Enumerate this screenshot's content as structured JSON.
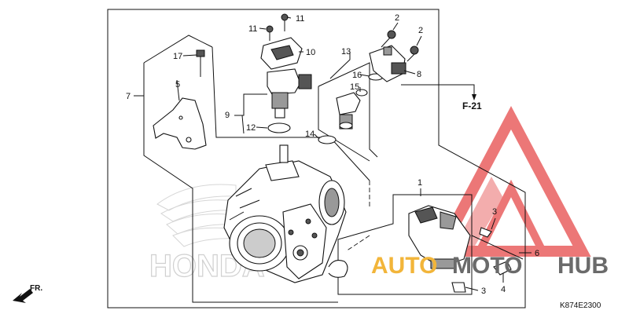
{
  "diagram": {
    "part_code": "K874E2300",
    "cross_reference": "F-21",
    "front_label": "FR.",
    "brand_ghost": "HONDA",
    "watermark": {
      "auto": "AUTO",
      "moto": "MOTO",
      "hub": "HUB",
      "accent": "#f2b53a",
      "triangle": "#e64a4a",
      "gray": "#6a6a6a"
    },
    "callouts": [
      {
        "id": "c11a",
        "label": "11"
      },
      {
        "id": "c11b",
        "label": "11"
      },
      {
        "id": "c10",
        "label": "10"
      },
      {
        "id": "c17",
        "label": "17"
      },
      {
        "id": "c5",
        "label": "5"
      },
      {
        "id": "c7",
        "label": "7"
      },
      {
        "id": "c9",
        "label": "9"
      },
      {
        "id": "c12",
        "label": "12"
      },
      {
        "id": "c13",
        "label": "13"
      },
      {
        "id": "c16",
        "label": "16"
      },
      {
        "id": "c15",
        "label": "15"
      },
      {
        "id": "c14",
        "label": "14"
      },
      {
        "id": "c2a",
        "label": "2"
      },
      {
        "id": "c2b",
        "label": "2"
      },
      {
        "id": "c8",
        "label": "8"
      },
      {
        "id": "c1",
        "label": "1"
      },
      {
        "id": "c3a",
        "label": "3"
      },
      {
        "id": "c6",
        "label": "6"
      },
      {
        "id": "c4",
        "label": "4"
      },
      {
        "id": "c3b",
        "label": "3"
      }
    ]
  }
}
